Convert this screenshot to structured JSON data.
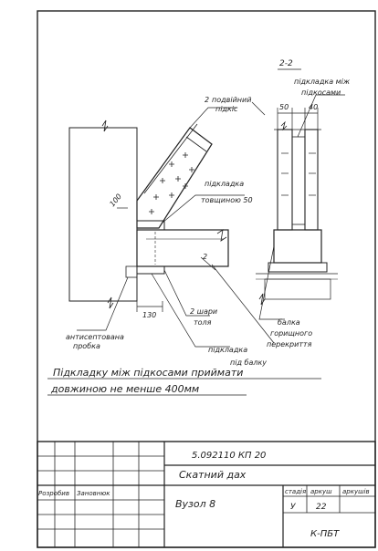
{
  "section": {
    "label": "2-2"
  },
  "labels": {
    "double_strut": [
      "подвійний",
      "підкіс"
    ],
    "pad_between_struts": [
      "підкладка між",
      "підкосами"
    ],
    "pad_thickness": [
      "підкладка",
      "товщиною 50"
    ],
    "antiseptic_cork": [
      "антисептована",
      "пробка"
    ],
    "two_layers": [
      "2 шари",
      "толя"
    ],
    "pad_under_beam": [
      "підкладка",
      "під балку"
    ],
    "attic_beam": [
      "балка",
      "горищного",
      "перекриття"
    ]
  },
  "dimensions": {
    "d2_top": "2",
    "d2_mid": "2",
    "d100": "100",
    "d130": "130",
    "d50": "50",
    "d40": "40"
  },
  "note": {
    "line1": "Підкладку між підкосами приймати",
    "line2": "довжиною не менше 400мм"
  },
  "title_block": {
    "doc_code": "5.092110 КП 20",
    "title": "Скатний дах",
    "sheet_name": "Вузол 8",
    "role_designer": "Розробив",
    "role_checker": "Зановнюк",
    "stage_header": "стадія",
    "sheet_header": "аркуш",
    "sheets_header": "аркушів",
    "stage_value": "У",
    "sheet_value": "22",
    "org": "К-ПБТ"
  }
}
